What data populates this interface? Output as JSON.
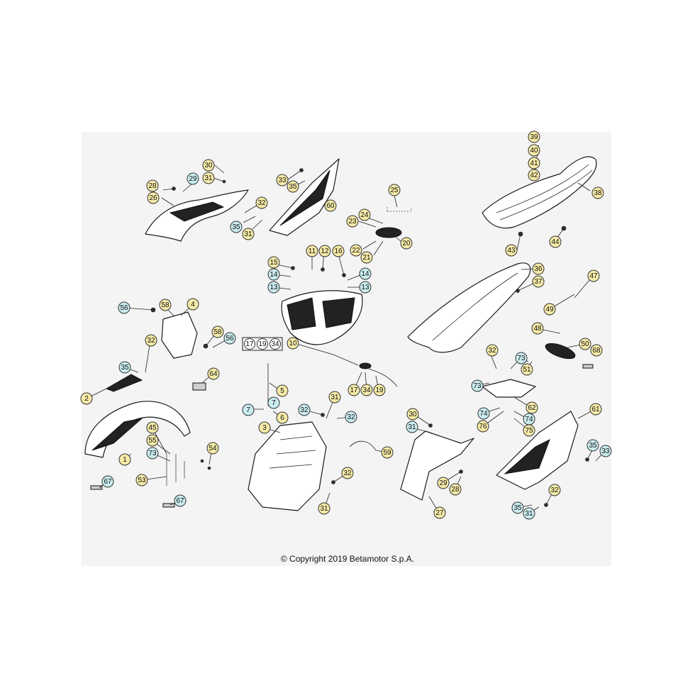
{
  "footer": {
    "copyright": "© Copyright 2019 Betamotor S.p.A."
  },
  "colors": {
    "callout_yellow": "#f5eaa7",
    "callout_blue": "#c9ecef",
    "background_panel": "#f4f4f4"
  },
  "callouts": [
    {
      "label": "30",
      "style": "yellow"
    },
    {
      "label": "31",
      "style": "yellow"
    },
    {
      "label": "28",
      "style": "yellow"
    },
    {
      "label": "29",
      "style": "blue"
    },
    {
      "label": "26",
      "style": "yellow"
    },
    {
      "label": "32",
      "style": "yellow"
    },
    {
      "label": "35",
      "style": "blue"
    },
    {
      "label": "31",
      "style": "yellow"
    },
    {
      "label": "33",
      "style": "yellow"
    },
    {
      "label": "35",
      "style": "yellow"
    },
    {
      "label": "60",
      "style": "yellow"
    },
    {
      "label": "25",
      "style": "yellow"
    },
    {
      "label": "24",
      "style": "yellow"
    },
    {
      "label": "23",
      "style": "yellow"
    },
    {
      "label": "22",
      "style": "yellow"
    },
    {
      "label": "21",
      "style": "yellow"
    },
    {
      "label": "20",
      "style": "yellow"
    },
    {
      "label": "39",
      "style": "yellow"
    },
    {
      "label": "40",
      "style": "yellow"
    },
    {
      "label": "41",
      "style": "yellow"
    },
    {
      "label": "42",
      "style": "yellow"
    },
    {
      "label": "38",
      "style": "yellow"
    },
    {
      "label": "43",
      "style": "yellow"
    },
    {
      "label": "44",
      "style": "yellow"
    },
    {
      "label": "15",
      "style": "yellow"
    },
    {
      "label": "14",
      "style": "blue"
    },
    {
      "label": "13",
      "style": "blue"
    },
    {
      "label": "11",
      "style": "yellow"
    },
    {
      "label": "12",
      "style": "yellow"
    },
    {
      "label": "16",
      "style": "yellow"
    },
    {
      "label": "14",
      "style": "blue"
    },
    {
      "label": "13",
      "style": "blue"
    },
    {
      "label": "36",
      "style": "yellow"
    },
    {
      "label": "37",
      "style": "yellow"
    },
    {
      "label": "47",
      "style": "yellow"
    },
    {
      "label": "49",
      "style": "yellow"
    },
    {
      "label": "48",
      "style": "yellow"
    },
    {
      "label": "50",
      "style": "yellow"
    },
    {
      "label": "68",
      "style": "yellow"
    },
    {
      "label": "56",
      "style": "blue"
    },
    {
      "label": "58",
      "style": "yellow"
    },
    {
      "label": "4",
      "style": "yellow"
    },
    {
      "label": "58",
      "style": "yellow"
    },
    {
      "label": "56",
      "style": "blue"
    },
    {
      "label": "17",
      "style": "box"
    },
    {
      "label": "19",
      "style": "box"
    },
    {
      "label": "34",
      "style": "box"
    },
    {
      "label": "10",
      "style": "yellow"
    },
    {
      "label": "32",
      "style": "yellow"
    },
    {
      "label": "35",
      "style": "blue"
    },
    {
      "label": "2",
      "style": "yellow"
    },
    {
      "label": "64",
      "style": "yellow"
    },
    {
      "label": "5",
      "style": "yellow"
    },
    {
      "label": "7",
      "style": "blue"
    },
    {
      "label": "7",
      "style": "blue"
    },
    {
      "label": "6",
      "style": "yellow"
    },
    {
      "label": "17",
      "style": "yellow"
    },
    {
      "label": "34",
      "style": "yellow"
    },
    {
      "label": "19",
      "style": "yellow"
    },
    {
      "label": "32",
      "style": "yellow"
    },
    {
      "label": "73",
      "style": "blue"
    },
    {
      "label": "73",
      "style": "blue"
    },
    {
      "label": "51",
      "style": "yellow"
    },
    {
      "label": "62",
      "style": "yellow"
    },
    {
      "label": "74",
      "style": "blue"
    },
    {
      "label": "76",
      "style": "yellow"
    },
    {
      "label": "74",
      "style": "blue"
    },
    {
      "label": "75",
      "style": "yellow"
    },
    {
      "label": "31",
      "style": "yellow"
    },
    {
      "label": "32",
      "style": "blue"
    },
    {
      "label": "32",
      "style": "blue"
    },
    {
      "label": "3",
      "style": "yellow"
    },
    {
      "label": "30",
      "style": "yellow"
    },
    {
      "label": "31",
      "style": "blue"
    },
    {
      "label": "59",
      "style": "yellow"
    },
    {
      "label": "61",
      "style": "yellow"
    },
    {
      "label": "45",
      "style": "yellow"
    },
    {
      "label": "55",
      "style": "yellow"
    },
    {
      "label": "73",
      "style": "blue"
    },
    {
      "label": "54",
      "style": "yellow"
    },
    {
      "label": "1",
      "style": "yellow"
    },
    {
      "label": "53",
      "style": "yellow"
    },
    {
      "label": "67",
      "style": "blue"
    },
    {
      "label": "67",
      "style": "blue"
    },
    {
      "label": "32",
      "style": "yellow"
    },
    {
      "label": "31",
      "style": "yellow"
    },
    {
      "label": "29",
      "style": "yellow"
    },
    {
      "label": "28",
      "style": "yellow"
    },
    {
      "label": "27",
      "style": "yellow"
    },
    {
      "label": "35",
      "style": "blue"
    },
    {
      "label": "33",
      "style": "blue"
    },
    {
      "label": "32",
      "style": "yellow"
    },
    {
      "label": "35",
      "style": "blue"
    },
    {
      "label": "31",
      "style": "blue"
    }
  ]
}
